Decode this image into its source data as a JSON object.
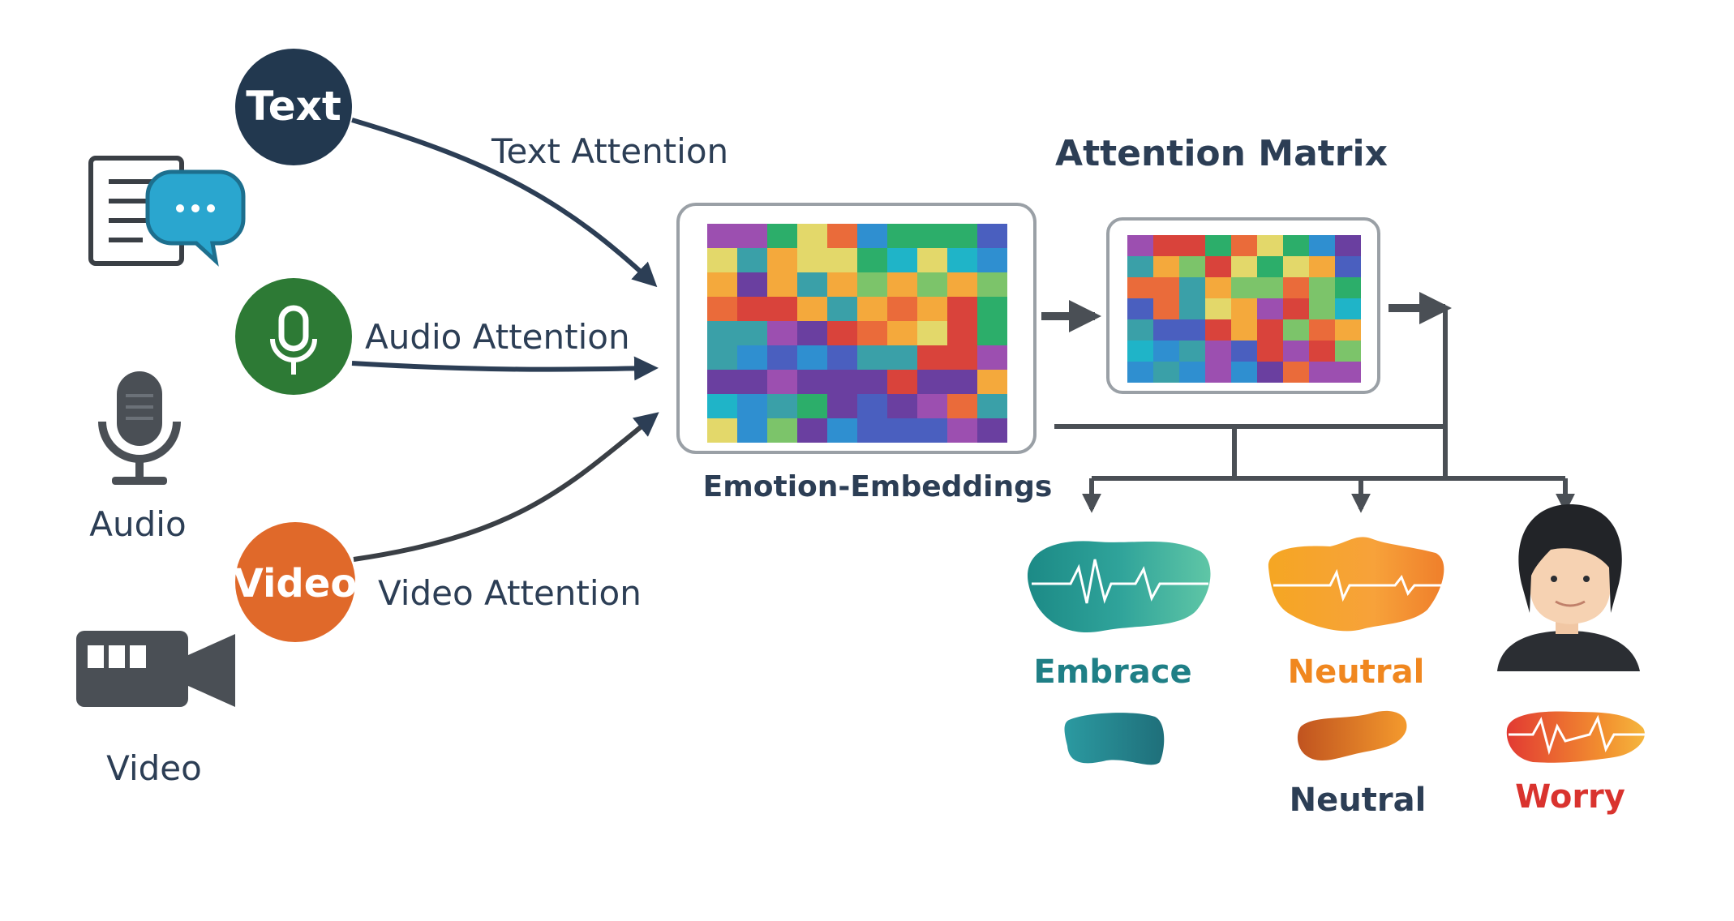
{
  "colors": {
    "navy": "#2c3e55",
    "text_circle": "#22384f",
    "audio_circle": "#2d7a35",
    "video_circle": "#e0692a",
    "icon_gray": "#4a4f55",
    "chat_blue": "#2aa6cf",
    "teal_label": "#1f7f86",
    "orange_label": "#f0871f",
    "red_label": "#d9332e"
  },
  "modalities": {
    "text": {
      "circle_label": "Text",
      "attention_label": "Text Attention",
      "icon": "document-chat-icon"
    },
    "audio": {
      "circle_label": "",
      "attention_label": "Audio Attention",
      "icon": "microphone-icon",
      "caption": "Audio"
    },
    "video": {
      "circle_label": "Video",
      "attention_label": "Video Attention",
      "icon": "video-camera-icon",
      "caption": "Video"
    }
  },
  "embeddings": {
    "caption": "Emotion-Embeddings"
  },
  "attention_matrix": {
    "title": "Attention Matrix"
  },
  "outputs": {
    "first": {
      "label": "Embrace",
      "color": "#1f7f86"
    },
    "second": {
      "label": "Neutral",
      "sub_label": "Neutral",
      "color": "#f0871f"
    },
    "third": {
      "label": "Worry",
      "color": "#d9332e",
      "icon": "person-avatar-icon"
    }
  }
}
